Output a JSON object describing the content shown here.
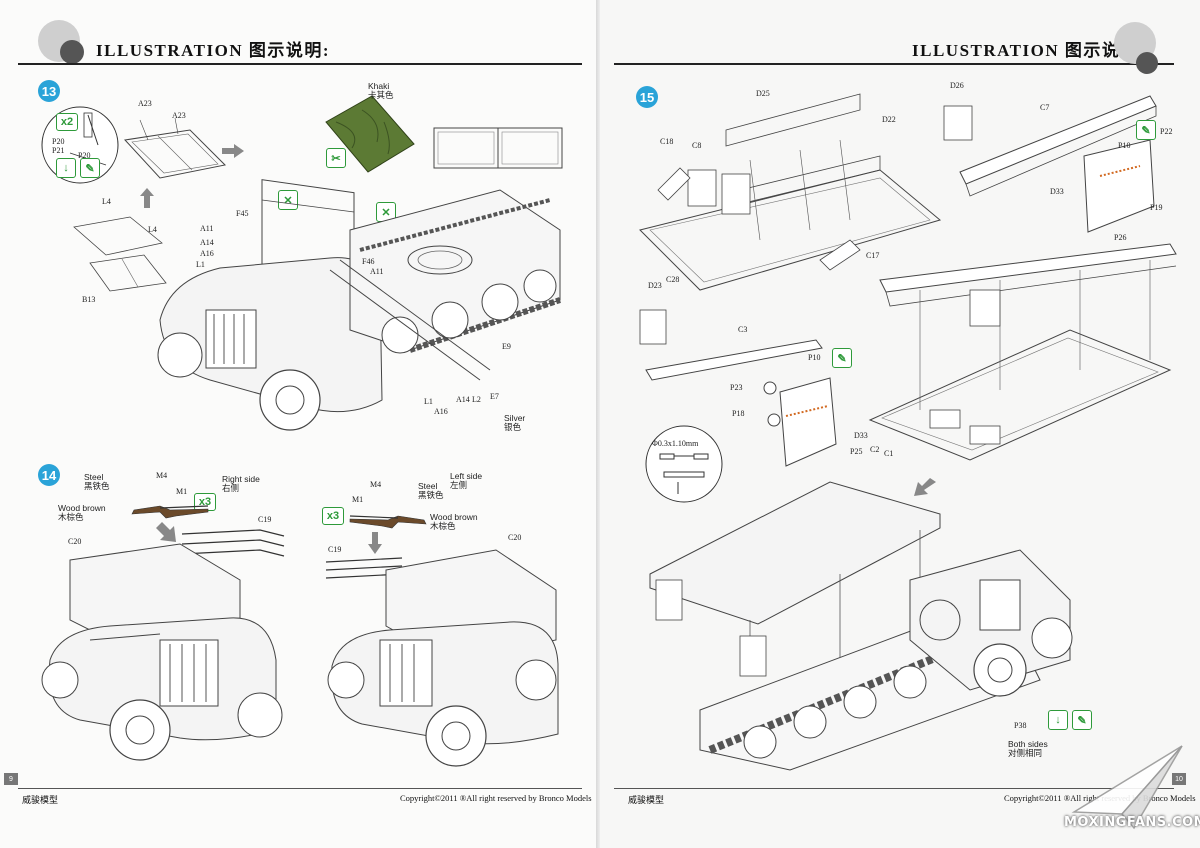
{
  "header": {
    "title": "ILLUSTRATION 图示说明:"
  },
  "footer": {
    "left_brand": "威骏模型",
    "left_copyright": "Copyright©2011  ®All right reserved by Bronco Models",
    "left_page": "9",
    "right_brand": "威骏模型",
    "right_copyright": "Copyright©2011  ®All right reserved by Bronco Models",
    "right_page": "10"
  },
  "watermark": "MOXINGFANS.COM",
  "step13": {
    "number": "13",
    "paint_khaki_en": "Khaki",
    "paint_khaki_cn": "卡其色",
    "paint_silver_en": "Silver",
    "paint_silver_cn": "银色",
    "qty": "x2",
    "parts": [
      "A23",
      "A23",
      "P20",
      "P21",
      "P20",
      "L4",
      "L4",
      "B13",
      "A11",
      "F45",
      "A14",
      "A16",
      "L1",
      "F46",
      "A11",
      "E9",
      "E7",
      "L1",
      "A16",
      "A14",
      "L2"
    ]
  },
  "step14": {
    "number": "14",
    "steel_en_r": "Steel",
    "steel_cn_r": "黑铁色",
    "right_side_en": "Right  side",
    "right_side_cn": "右侧",
    "wood_en_r": "Wood brown",
    "wood_cn_r": "木棕色",
    "qty_r": "x3",
    "steel_en_l": "Steel",
    "steel_cn_l": "黑铁色",
    "left_side_en": "Left side",
    "left_side_cn": "左侧",
    "wood_en_l": "Wood brown",
    "wood_cn_l": "木棕色",
    "qty_l": "x3",
    "parts": [
      "M4",
      "M1",
      "C19",
      "C20",
      "M4",
      "M1",
      "C19",
      "C20"
    ]
  },
  "step15": {
    "number": "15",
    "dim": "Φ0.3x1.10mm",
    "both_sides_en": "Both sides",
    "both_sides_cn": "对侧相同",
    "parts": [
      "D25",
      "D22",
      "C8",
      "C18",
      "C28",
      "D23",
      "C3",
      "D26",
      "C7",
      "P22",
      "P10",
      "D33",
      "P19",
      "P26",
      "C17",
      "P10",
      "P23",
      "P18",
      "D33",
      "P25",
      "C2",
      "C1",
      "P38"
    ]
  },
  "colors": {
    "step_badge": "#2aa3d8",
    "icon_green": "#2e9a3a",
    "khaki": "#5c7a34",
    "wood": "#6b4a2a"
  }
}
